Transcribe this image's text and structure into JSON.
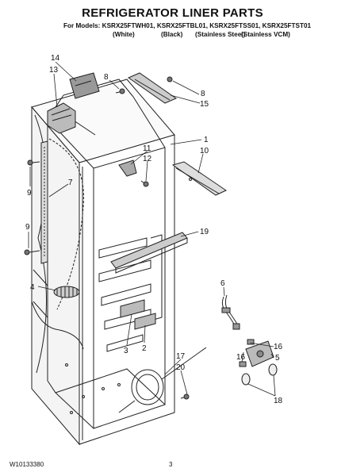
{
  "header": {
    "title": "REFRIGERATOR LINER PARTS",
    "models_line": "For Models: KSRX25FTWH01, KSRX25FTBL01, KSRX25FTSS01, KSRX25FTST01",
    "variants": [
      "(White)",
      "(Black)",
      "(Stainless Steel)",
      "(Stainless VCM)"
    ]
  },
  "callouts": [
    "14",
    "13",
    "8",
    "8",
    "15",
    "1",
    "11",
    "12",
    "10",
    "7",
    "9",
    "9",
    "19",
    "4",
    "6",
    "3",
    "2",
    "16",
    "16",
    "5",
    "17",
    "20",
    "18"
  ],
  "footer": {
    "doc_number": "W10133380",
    "page_number": "3"
  }
}
